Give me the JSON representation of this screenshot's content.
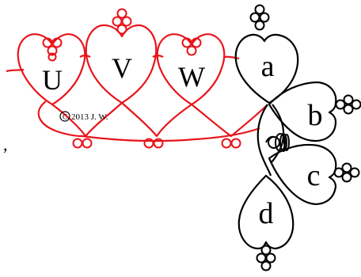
{
  "diagram": {
    "ring_labels": [
      "U",
      "V",
      "W"
    ],
    "petal_labels": [
      "a",
      "b",
      "c",
      "d"
    ],
    "copyright": "2013 J. W.",
    "stray_mark": ",",
    "colors": {
      "rings": "#e8141b",
      "petals": "#000000",
      "copyright": "#000000",
      "background": "#ffffff"
    }
  }
}
